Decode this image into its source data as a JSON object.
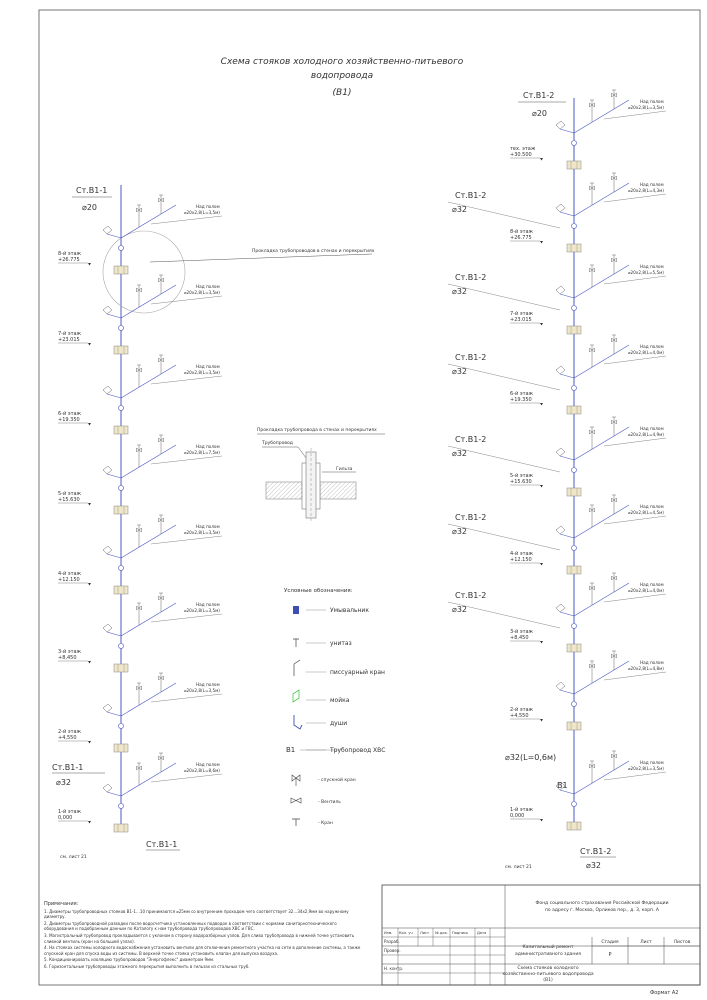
{
  "title": {
    "line1": "Схема стояков холодного хозяйственно-питьевого",
    "line2": "водопровода",
    "line3": "(В1)"
  },
  "left_riser": {
    "name_top": "Ст.В1-1",
    "diam_top": "⌀20",
    "name_bottom": "Ст.В1-1",
    "diam_bottom": "⌀32",
    "name_base": "Ст.В1-1",
    "base_note": "см. лист 21",
    "floors": [
      {
        "label": "8-й этаж",
        "elev": "+26.775"
      },
      {
        "label": "7-й этаж",
        "elev": "+23.015"
      },
      {
        "label": "6-й этаж",
        "elev": "+19.350"
      },
      {
        "label": "5-й этаж",
        "elev": "+15.630"
      },
      {
        "label": "4-й этаж",
        "elev": "+12.150"
      },
      {
        "label": "3-й этаж",
        "elev": "+8,450"
      },
      {
        "label": "2-й этаж",
        "elev": "+4,550"
      },
      {
        "label": "1-й этаж",
        "elev": "0,000"
      }
    ],
    "pipe_notes": [
      {
        "a": "Над полом",
        "b": "⌀20х2,8(L=3,5м)"
      },
      {
        "a": "Над полом",
        "b": "⌀20х2,8(L=3,5м)"
      },
      {
        "a": "Над полом",
        "b": "⌀20х2,8(L=3,5м)"
      },
      {
        "a": "Над полом",
        "b": "⌀20х2,8(L=7,5м)"
      },
      {
        "a": "Над полом",
        "b": "⌀20х2,8(L=3,5м)"
      },
      {
        "a": "Над полом",
        "b": "⌀20х2,8(L=3,5м)"
      },
      {
        "a": "Над полом",
        "b": "⌀20х2,8(L=3,5м)"
      },
      {
        "a": "Над полом",
        "b": "⌀20х2,8(L=8,6м)"
      }
    ]
  },
  "right_riser": {
    "name_top": "Ст.В1-2",
    "diam_top": "⌀20",
    "diam_low": "⌀32(L=0,6м)",
    "b1_label": "В1",
    "name_base": "Ст.В1-2",
    "diam_base": "⌀32",
    "base_note": "см. лист 21",
    "floors": [
      {
        "label": "тех. этаж",
        "elev": "+30.500",
        "tag": ""
      },
      {
        "label": "8-й этаж",
        "elev": "+26.775",
        "tag": "Ст.В1-2",
        "tagd": "⌀32"
      },
      {
        "label": "7-й этаж",
        "elev": "+23.015",
        "tag": "Ст.В1-2",
        "tagd": "⌀32"
      },
      {
        "label": "6-й этаж",
        "elev": "+19.350",
        "tag": "Ст.В1-2",
        "tagd": "⌀32"
      },
      {
        "label": "5-й этаж",
        "elev": "+15.630",
        "tag": "Ст.В1-2",
        "tagd": "⌀32"
      },
      {
        "label": "4-й этаж",
        "elev": "+12.150",
        "tag": "Ст.В1-2",
        "tagd": "⌀32"
      },
      {
        "label": "3-й этаж",
        "elev": "+8,450",
        "tag": "Ст.В1-2",
        "tagd": "⌀32"
      },
      {
        "label": "2-й этаж",
        "elev": "+4,550",
        "tag": "",
        "tagd": ""
      },
      {
        "label": "1-й этаж",
        "elev": "0,000",
        "tag": "",
        "tagd": ""
      }
    ],
    "pipe_notes": [
      {
        "a": "Над полом",
        "b": "⌀20х2,8(L=3,5м)"
      },
      {
        "a": "Над полом",
        "b": "⌀20х2,8(L=4,3м)"
      },
      {
        "a": "Над полом",
        "b": "⌀20х2,8(L=5,5м)"
      },
      {
        "a": "Над полом",
        "b": "⌀20х2,8(L=4,0м)"
      },
      {
        "a": "Над полом",
        "b": "⌀20х2,8(L=4,9м)"
      },
      {
        "a": "Над полом",
        "b": "⌀20х2,8(L=4,5м)"
      },
      {
        "a": "Над полом",
        "b": "⌀20х2,8(L=4,0м)"
      },
      {
        "a": "Над полом",
        "b": "⌀20х2,8(L=4,8м)"
      },
      {
        "a": "Над полом",
        "b": "⌀20х2,8(L=3,5м)"
      }
    ]
  },
  "callout": "Прокладка трубопроводов в стенах и перекрытиях",
  "detail": {
    "title": "Прокладка трубопровода в стенах и перекрытиях",
    "pipe_label": "Трубопровод",
    "sleeve_label": "Гильза"
  },
  "legend": {
    "title": "Условные обозначения:",
    "items": [
      "Умывальник",
      "унитаз",
      "писсуарный кран",
      "мойка",
      "души",
      "Трубопровод ХВС",
      "- спускной кран",
      "- Вентиль",
      "- Кран"
    ],
    "pipe_code": "В1"
  },
  "notes": {
    "heading": "Примечания:",
    "items": [
      "1. Диаметры трубопроводных стояков В1-1…10 принимаются ⌀25мм со внутренним проходом чего соответствует 32…34х2,9мм во наружному диаметру.",
      "2. Диаметры трубопроводной разводки после водосчетчика установленных подводок в соответствии с нормами санитарнотехнического оборудования и подобранным данным по Каталогу к нам трубопровода трубопроводов ХВС и ГВС.",
      "3. Магистральный трубопровод прокладывается с уклоном в сторону водоразборных узлов. Для слива трубопровода в нижней точке установить сливной вентиль (кран на большей узлах).",
      "4. На стояках системы холодного водоснабжения установить вентили для отключения ремонтного участка на сети в дополнение системы, а также спускной кран для спуска воды из системы. В верхней точке стояка установить клапан для выпуска воздуха.",
      "5. Кондиционировать изоляцию трубопроводов \"Энергофлекс\" диаметром 9мм.",
      "6. Горизонтальные трубопроводы этажного перекрытия выполнить в гильзах из стальных труб."
    ]
  },
  "stamp": {
    "org_line1": "Фонд социального страхования Российской Федерации",
    "org_line2": "по адресу г. Москва, Орликов пер., д. 3, корп. А",
    "project_line1": "Капитальный ремонт",
    "project_line2": "административного здания",
    "sheet_line1": "Схема стояков холодного",
    "sheet_line2": "хозяйственно-питьевого водопровода",
    "sheet_line3": "(В1)",
    "cols": [
      "Изм.",
      "Кол. уч",
      "Лист",
      "№ док.",
      "Подпись",
      "Дата"
    ],
    "rows": [
      "Разраб.",
      "Провер.",
      "",
      "Н. контр."
    ],
    "stage_h": "Стадия",
    "sheet_h": "Лист",
    "sheets_h": "Листов",
    "stage": "Р"
  },
  "format": "Формат А2"
}
